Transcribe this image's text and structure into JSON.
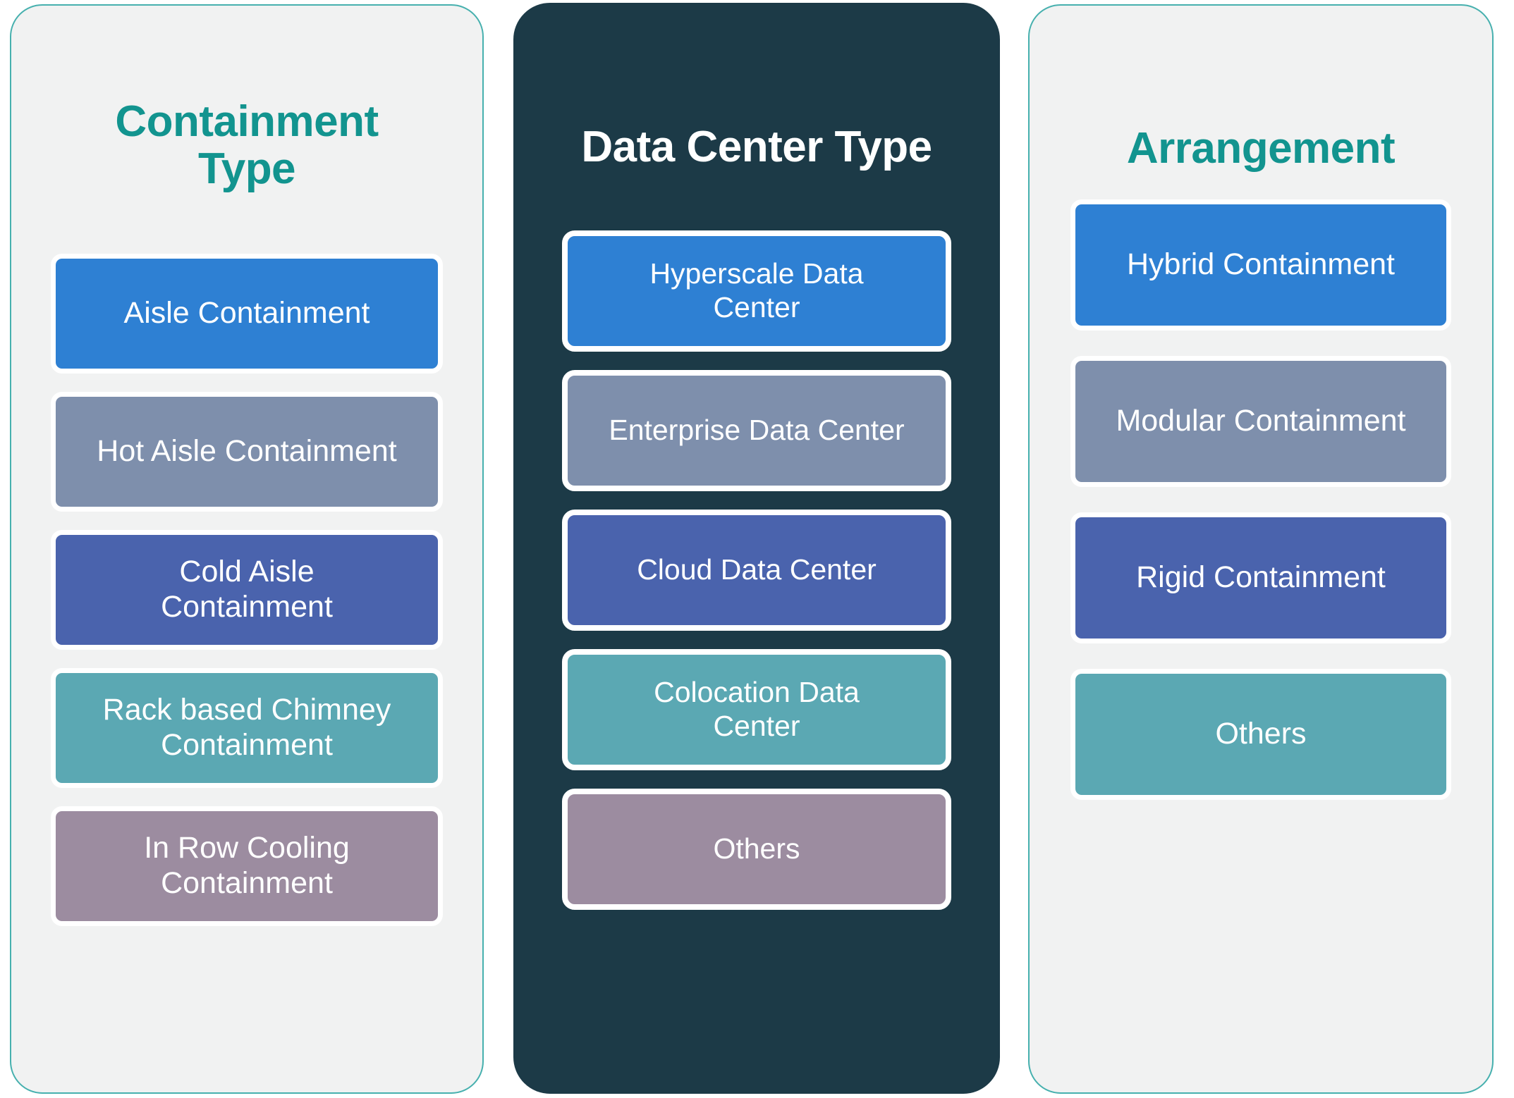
{
  "diagram": {
    "type": "three-column-category-diagram",
    "background_color": "#FFFFFF",
    "palette": {
      "accent_teal": "#12948F",
      "panel_light_bg": "#F1F2F2",
      "panel_light_border": "#46B0AE",
      "panel_dark_bg": "#1C3A47",
      "chip_blue": "#2E80D3",
      "chip_slate": "#7E8FAC",
      "chip_indigo": "#4A63AD",
      "chip_teal": "#5BA8B3",
      "chip_mauve": "#9C8CA0",
      "chip_border": "#FFFFFF",
      "chip_text": "#FFFFFF"
    },
    "columns": [
      {
        "id": "containment-type",
        "title": "Containment\nType",
        "title_color": "#12948F",
        "panel_style": "light",
        "items": [
          {
            "label": "Aisle Containment",
            "color": "#2E80D3"
          },
          {
            "label": "Hot Aisle Containment",
            "color": "#7E8FAC"
          },
          {
            "label": "Cold Aisle\nContainment",
            "color": "#4A63AD"
          },
          {
            "label": "Rack based Chimney\nContainment",
            "color": "#5BA8B3"
          },
          {
            "label": "In Row Cooling\nContainment",
            "color": "#9C8CA0"
          }
        ]
      },
      {
        "id": "data-center-type",
        "title": "Data Center Type",
        "title_color": "#FFFFFF",
        "panel_style": "dark",
        "items": [
          {
            "label": "Hyperscale Data\nCenter",
            "color": "#2E80D3"
          },
          {
            "label": "Enterprise Data Center",
            "color": "#7E8FAC"
          },
          {
            "label": "Cloud Data Center",
            "color": "#4A63AD"
          },
          {
            "label": "Colocation Data\nCenter",
            "color": "#5BA8B3"
          },
          {
            "label": "Others",
            "color": "#9C8CA0"
          }
        ]
      },
      {
        "id": "arrangement",
        "title": "Arrangement",
        "title_color": "#12948F",
        "panel_style": "light",
        "items": [
          {
            "label": "Hybrid Containment",
            "color": "#2E80D3"
          },
          {
            "label": "Modular Containment",
            "color": "#7E8FAC"
          },
          {
            "label": "Rigid Containment",
            "color": "#4A63AD"
          },
          {
            "label": "Others",
            "color": "#5BA8B3"
          }
        ]
      }
    ]
  }
}
